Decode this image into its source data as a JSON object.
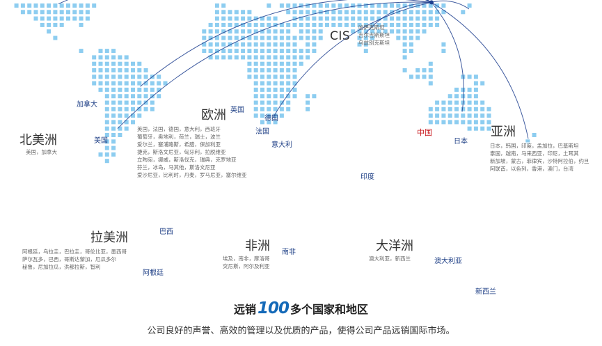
{
  "map": {
    "hub": {
      "label": "中国",
      "lon": 116.4,
      "lat": 39.9
    },
    "destinations": [
      {
        "key": "canada",
        "label": "加拿大",
        "lon": -106,
        "lat": 56
      },
      {
        "key": "usa",
        "label": "美国",
        "lon": -98,
        "lat": 39
      },
      {
        "key": "uk",
        "label": "英国",
        "lon": -2,
        "lat": 54
      },
      {
        "key": "germany",
        "label": "德国",
        "lon": 10,
        "lat": 51
      },
      {
        "key": "france",
        "label": "法国",
        "lon": 2,
        "lat": 46
      },
      {
        "key": "italy",
        "label": "意大利",
        "lon": 12,
        "lat": 42
      },
      {
        "key": "india",
        "label": "印度",
        "lon": 78,
        "lat": 21
      },
      {
        "key": "japan",
        "label": "日本",
        "lon": 138,
        "lat": 36
      },
      {
        "key": "brazil",
        "label": "巴西",
        "lon": -51,
        "lat": -10
      },
      {
        "key": "argentina",
        "label": "阿根廷",
        "lon": -64,
        "lat": -35
      },
      {
        "key": "south_africa",
        "label": "南非",
        "lon": 25,
        "lat": -29
      },
      {
        "key": "australia",
        "label": "澳大利亚",
        "lon": 134,
        "lat": -25
      },
      {
        "key": "new_zealand",
        "label": "新西兰",
        "lon": 172,
        "lat": -41
      }
    ]
  },
  "regions": {
    "north_america": {
      "title": "北美洲",
      "countries": "美国，加拿大"
    },
    "europe": {
      "title": "欧洲",
      "lines": [
        "英国，法国，德国，意大利，西班牙",
        "葡萄牙，奥地利，荷兰，瑞士，波兰",
        "爱尔兰，塞浦路斯，希腊，保加利亚",
        "捷克，斯洛文尼亚，匈牙利，拉脱维亚",
        "立陶宛，挪威，斯洛伐克，瑞典，克罗地亚",
        "芬兰，冰岛，马其他，斯洛文尼亚",
        "爱沙尼亚，比利时，丹麦，罗马尼亚，塞尔维亚"
      ]
    },
    "cis": {
      "title": "CIS",
      "lines": [
        "哈萨克斯坦",
        "吉尔吉斯斯坦",
        "乌兹别克斯坦"
      ]
    },
    "asia": {
      "title": "亚洲",
      "lines": [
        "日本，韩国，印度，孟加拉，巴基斯坦",
        "泰国，越南，马来西亚，印尼，土耳其",
        "新加坡，蒙古，菲律宾，沙特阿拉伯，约旦",
        "阿联酋，以色列，香港，澳门，台湾"
      ]
    },
    "latin_america": {
      "title": "拉美洲",
      "lines": [
        "阿根廷，乌拉圭，巴拉圭，哥伦比亚，墨西哥",
        "萨尔瓦多，巴西，哥斯达黎加，厄瓜多尔",
        "秘鲁，尼加拉瓜，洪都拉斯，智利"
      ]
    },
    "africa": {
      "title": "非洲",
      "lines": [
        "埃及，南非，摩洛哥",
        "突尼斯，阿尔及利亚"
      ]
    },
    "oceania": {
      "title": "大洋洲",
      "countries": "澳大利亚，新西兰"
    }
  },
  "headline": {
    "prefix": "远销",
    "number": "100",
    "suffix": "多个国家和地区"
  },
  "subline": "公司良好的声誉、高效的管理以及优质的产品，使得公司产品远销国际市场。",
  "colors": {
    "dot": "#8dcdf0",
    "route": "#1e3f8f",
    "hub": "#c8191e",
    "accent": "#1469b8"
  }
}
